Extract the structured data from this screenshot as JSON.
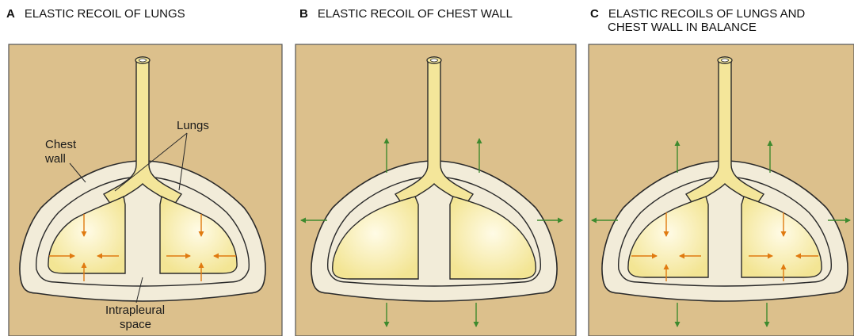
{
  "panels": {
    "a": {
      "letter": "A",
      "title": "ELASTIC RECOIL OF LUNGS"
    },
    "b": {
      "letter": "B",
      "title": "ELASTIC RECOIL OF CHEST WALL"
    },
    "c": {
      "letter": "C",
      "title_line1": "ELASTIC RECOILS OF LUNGS AND",
      "title_line2": "CHEST WALL IN BALANCE"
    }
  },
  "labels": {
    "chest_wall_line1": "Chest",
    "chest_wall_line2": "wall",
    "lungs": "Lungs",
    "intrapleural_line1": "Intrapleural",
    "intrapleural_line2": "space"
  },
  "colors": {
    "background": "#dcc08c",
    "chest_wall": "#f2ecd9",
    "lung": "#f3e594",
    "lung_highlight": "#fffbe6",
    "trachea": "#f4e69a",
    "outline": "#2a2a2a",
    "lung_recoil_arrow": "#e07a10",
    "chest_wall_arrow": "#3e8a2e"
  }
}
